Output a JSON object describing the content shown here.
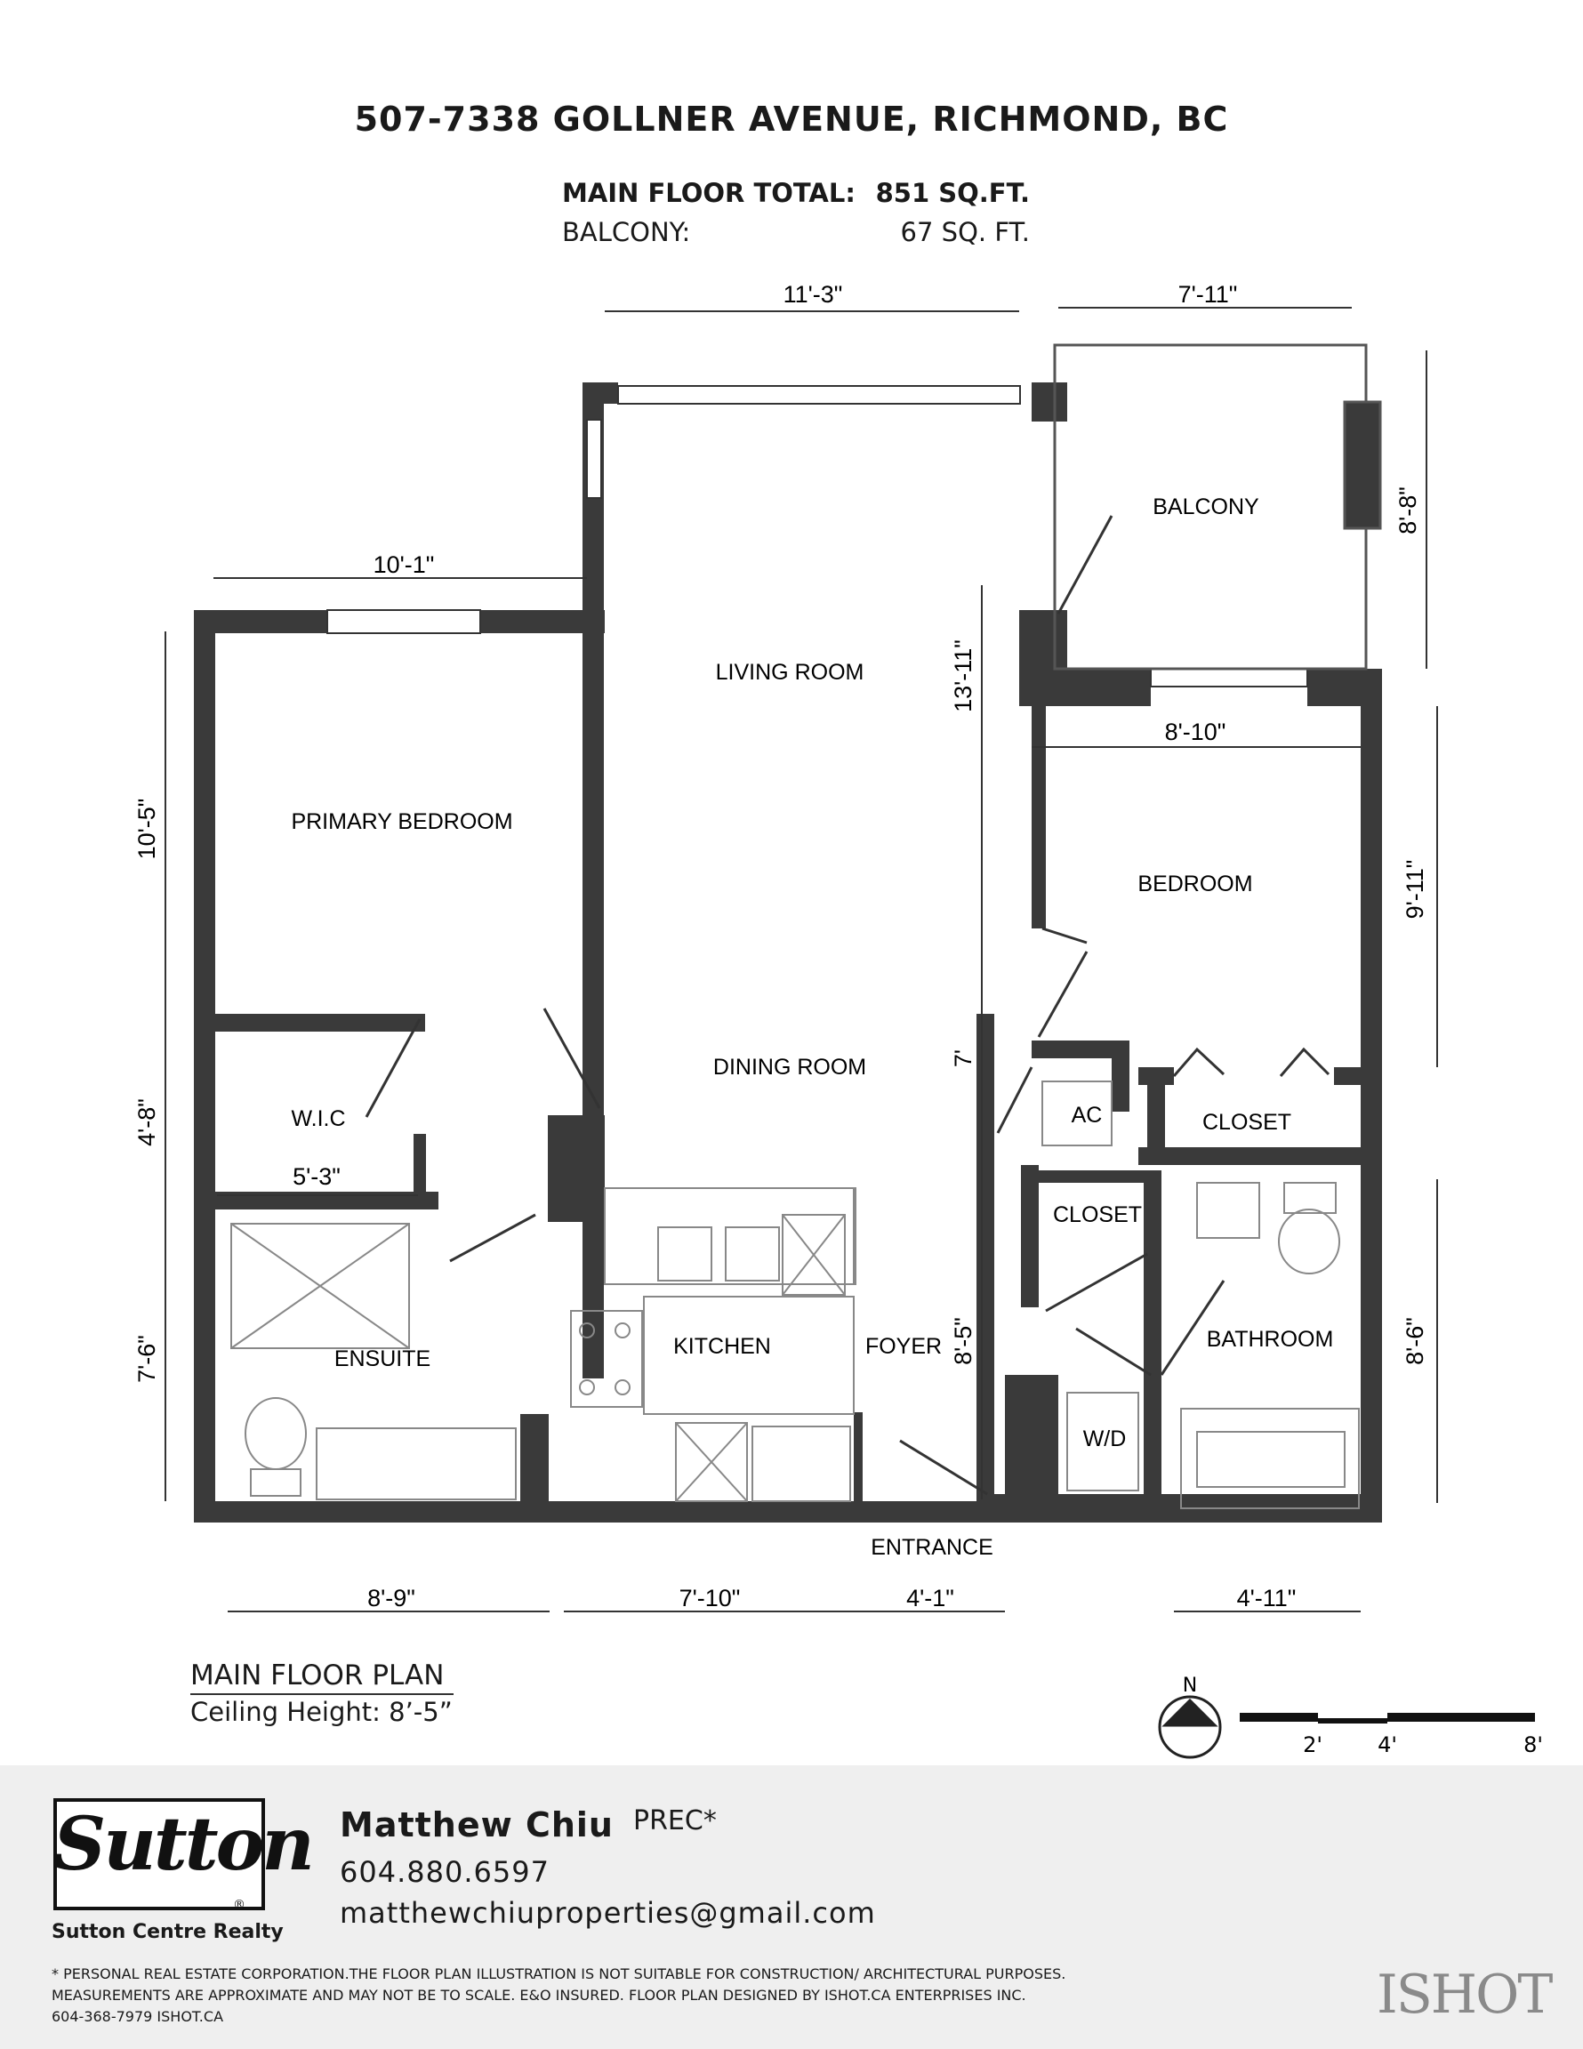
{
  "title": "507-7338 GOLLNER AVENUE, RICHMOND, BC",
  "areas": {
    "main_floor": {
      "label": "MAIN FLOOR TOTAL:",
      "value": "851 SQ.FT."
    },
    "balcony": {
      "label": "BALCONY:",
      "value": "67 SQ. FT."
    }
  },
  "rooms": {
    "living_room": "LIVING ROOM",
    "balcony": "BALCONY",
    "primary_bedroom": "PRIMARY BEDROOM",
    "bedroom": "BEDROOM",
    "dining_room": "DINING ROOM",
    "wic": "W.I.C",
    "ac": "AC",
    "closet_bedroom": "CLOSET",
    "closet_hall": "CLOSET",
    "ensuite": "ENSUITE",
    "kitchen": "KITCHEN",
    "foyer": "FOYER",
    "bathroom": "BATHROOM",
    "wd": "W/D",
    "entrance": "ENTRANCE"
  },
  "dimensions": {
    "living_width": "11'-3\"",
    "balcony_width": "7'-11\"",
    "balcony_depth": "8'-8\"",
    "primary_width": "10'-1\"",
    "living_depth": "13'-11\"",
    "primary_depth": "10'-5\"",
    "bedroom_width": "8'-10\"",
    "bedroom_depth": "9'-11\"",
    "wic_depth": "4'-8\"",
    "hall_7": "7'",
    "wic_width": "5'-3\"",
    "ensuite_depth": "7'-6\"",
    "foyer_depth": "8'-5\"",
    "bathroom_depth": "8'-6\"",
    "ensuite_width": "8'-9\"",
    "kitchen_width": "7'-10\"",
    "foyer_width": "4'-1\"",
    "bathroom_width": "4'-11\""
  },
  "plan_title": "MAIN FLOOR PLAN",
  "ceiling_height": "Ceiling Height: 8’-5”",
  "compass": {
    "label": "N"
  },
  "scale": {
    "labels": [
      "2'",
      "4'",
      "8'"
    ]
  },
  "footer": {
    "logo": "Sutton",
    "brokerage": "Sutton Centre Realty",
    "agent_name": "Matthew Chiu",
    "agent_title": "PREC*",
    "phone": "604.880.6597",
    "email": "matthewchiuproperties@gmail.com",
    "disclaimer": [
      "* PERSONAL REAL ESTATE CORPORATION.THE FLOOR PLAN ILLUSTRATION IS NOT SUITABLE FOR CONSTRUCTION/ ARCHITECTURAL PURPOSES.",
      "MEASUREMENTS ARE APPROXIMATE AND MAY NOT BE TO SCALE. E&O INSURED. FLOOR PLAN DESIGNED BY ISHOT.CA ENTERPRISES INC.",
      "604-368-7979  ISHOT.CA"
    ],
    "ishot_logo": "ISHOT"
  }
}
